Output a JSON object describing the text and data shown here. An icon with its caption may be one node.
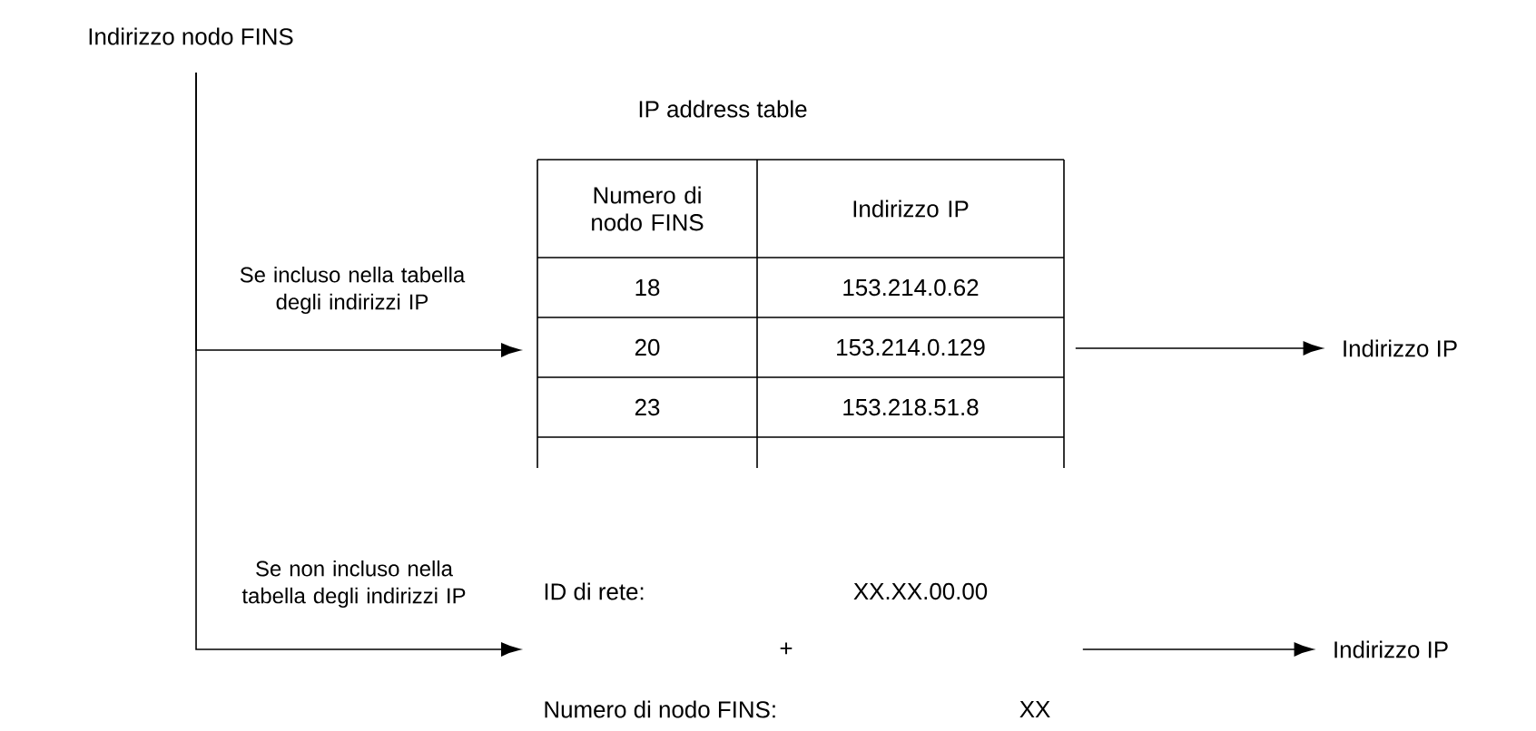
{
  "diagram": {
    "nodes": [
      {
        "text": [
          "Indirizzo nodo FINS"
        ]
      },
      {
        "text": [
          "IP address table",
          "Numero di nodo FINS",
          "Indirizzo IP",
          "18",
          "153.214.0.62",
          "20",
          "153.214.0.129",
          "23",
          "153.218.51.8"
        ]
      },
      {
        "text": [
          "Indirizzo IP"
        ]
      },
      {
        "text": [
          "ID di rete:",
          "XX.XX.00.00",
          "+",
          "Numero di nodo FINS:",
          "XX"
        ]
      },
      {
        "text": [
          "Indirizzo IP"
        ]
      }
    ],
    "edges": [
      {
        "from": 0,
        "to": 1,
        "arrow": "to",
        "label": "Se incluso nella tabella degli indirizzi IP"
      },
      {
        "from": 0,
        "to": 3,
        "arrow": "to",
        "label": "Se non incluso nella tabella degli indirizzi IP"
      },
      {
        "from": 1,
        "to": 2,
        "arrow": "to"
      },
      {
        "from": 3,
        "to": 4,
        "arrow": "to"
      }
    ]
  }
}
